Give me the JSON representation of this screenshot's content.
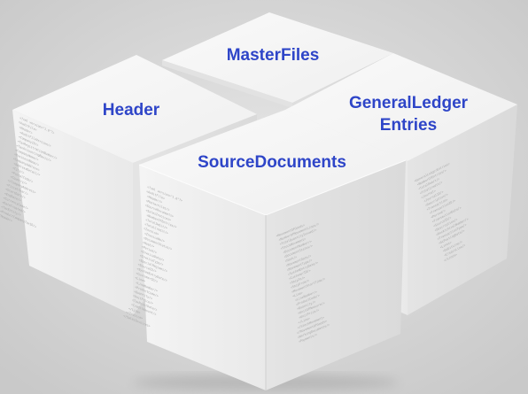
{
  "cubes": {
    "master_files": {
      "label": "MasterFiles"
    },
    "header": {
      "label": "Header"
    },
    "general_ledger_entries": {
      "label_line1": "GeneralLedger",
      "label_line2": "Entries"
    },
    "source_documents": {
      "label": "SourceDocuments"
    }
  },
  "colors": {
    "background": "#d2d2d2",
    "label": "#2e45c8",
    "top_face": "#f6f6f6",
    "side_face_light": "#ededed",
    "side_face_dark": "#dedede",
    "code_text": "#a9a9a9"
  }
}
